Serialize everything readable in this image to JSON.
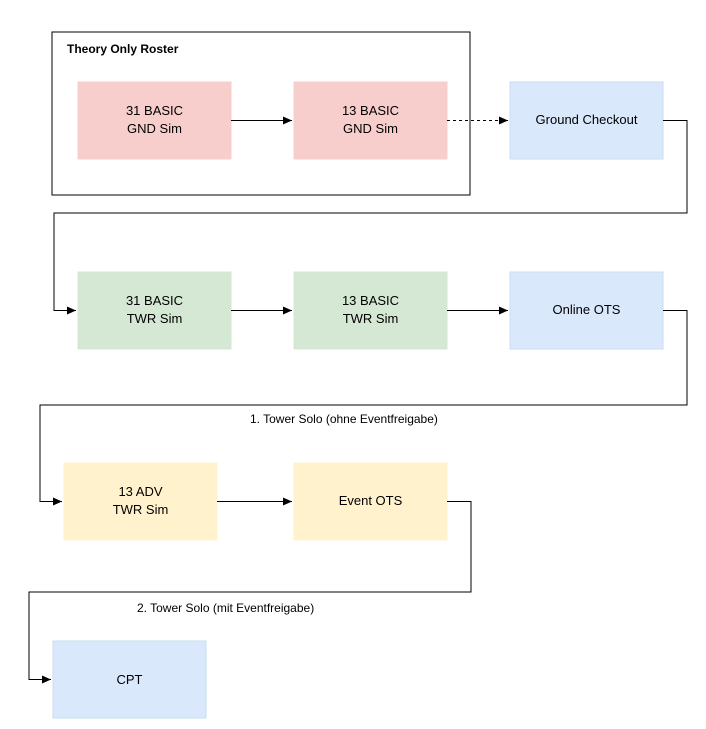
{
  "group": {
    "title": "Theory Only Roster"
  },
  "nodes": {
    "basic31_gnd": {
      "line1": "31 BASIC",
      "line2": "GND Sim"
    },
    "basic13_gnd": {
      "line1": "13 BASIC",
      "line2": "GND Sim"
    },
    "ground_checkout": {
      "line1": "Ground Checkout"
    },
    "basic31_twr": {
      "line1": "31 BASIC",
      "line2": "TWR Sim"
    },
    "basic13_twr": {
      "line1": "13 BASIC",
      "line2": "TWR Sim"
    },
    "online_ots": {
      "line1": "Online OTS"
    },
    "adv13_twr": {
      "line1": "13 ADV",
      "line2": "TWR Sim"
    },
    "event_ots": {
      "line1": "Event OTS"
    },
    "cpt": {
      "line1": "CPT"
    }
  },
  "edge_labels": {
    "tower_solo_1": "1. Tower Solo (ohne Eventfreigabe)",
    "tower_solo_2": "2. Tower Solo (mit Eventfreigabe)"
  },
  "colors": {
    "red_fill": "#f8cecc",
    "blue_fill": "#dae8fc",
    "green_fill": "#d5e8d4",
    "yellow_fill": "#fff2cc",
    "line": "#000000"
  }
}
